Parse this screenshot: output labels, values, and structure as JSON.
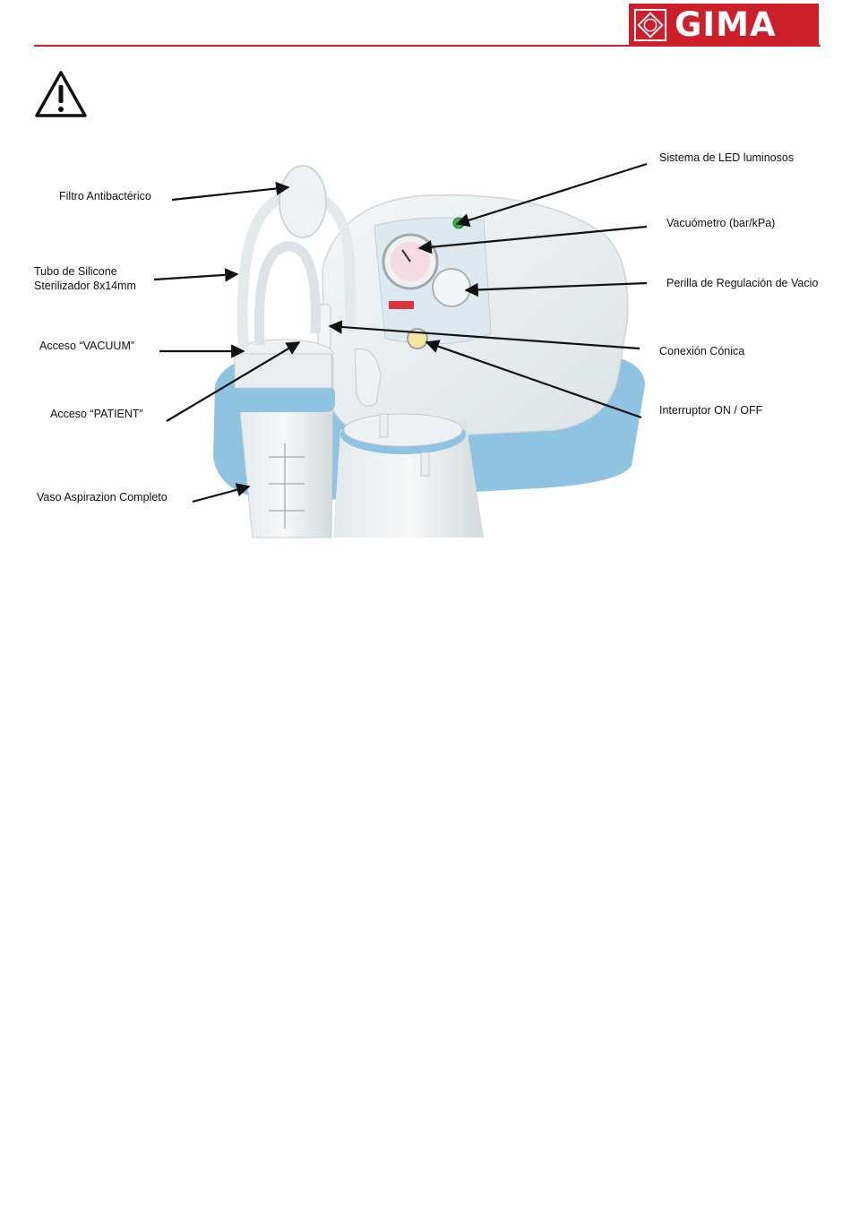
{
  "header": {
    "brand": "GIMA",
    "brand_color": "#cc1f2a",
    "warning_icon": "warning-triangle-icon"
  },
  "figure": {
    "labels": {
      "filtro": "Filtro Antibactérico",
      "tubo": "Tubo de Silicone\nSterilizador 8x14mm",
      "acceso_vacuum": "Acceso “VACUUM”",
      "acceso_patient": "Acceso “PATIENT”",
      "vaso": "Vaso Aspirazion Completo",
      "led": "Sistema de LED luminosos",
      "vacuometro": "Vacuómetro (bar/kPa)",
      "perilla": "Perilla de Regulación de Vacio",
      "conexion": "Conexión Cónica",
      "interruptor": "Interruptor ON / OFF"
    }
  }
}
